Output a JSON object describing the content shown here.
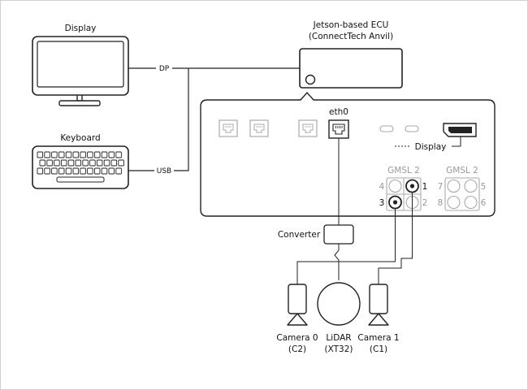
{
  "display": {
    "label": "Display"
  },
  "keyboard": {
    "label": "Keyboard"
  },
  "ecu": {
    "title": "Jetson-based ECU",
    "subtitle": "(ConnectTech Anvil)"
  },
  "connections": {
    "dp": "DP",
    "usb": "USB"
  },
  "panel": {
    "eth_label": "eth0",
    "display_port_label": "Display",
    "gmsl_left": {
      "title": "GMSL 2",
      "ports": [
        "4",
        "1",
        "3",
        "2"
      ]
    },
    "gmsl_right": {
      "title": "GMSL 2",
      "ports": [
        "7",
        "5",
        "8",
        "6"
      ]
    }
  },
  "converter": {
    "label": "Converter"
  },
  "devices": [
    {
      "name": "Camera 0",
      "sub": "(C2)"
    },
    {
      "name": "LiDAR",
      "sub": "(XT32)"
    },
    {
      "name": "Camera 1",
      "sub": "(C1)"
    }
  ]
}
